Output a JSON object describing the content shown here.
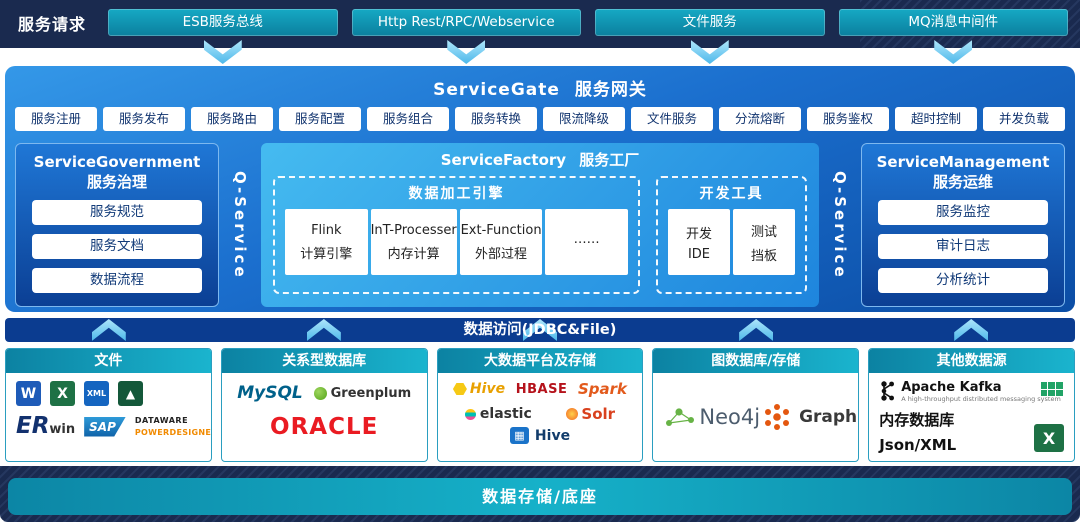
{
  "colors": {
    "navy": "#1a2a4f",
    "teal": "#13a4c0",
    "gateway_blue": "#1b6fce",
    "deep_blue_bar": "#0b3c90",
    "arrow_blue": "#7dd3f4"
  },
  "request_row": {
    "label": "服务请求",
    "channels": [
      "ESB服务总线",
      "Http Rest/RPC/Webservice",
      "文件服务",
      "MQ消息中间件"
    ]
  },
  "gateway": {
    "title": "ServiceGate 服务网关",
    "features": [
      "服务注册",
      "服务发布",
      "服务路由",
      "服务配置",
      "服务组合",
      "服务转换",
      "限流降级",
      "文件服务",
      "分流熔断",
      "服务鉴权",
      "超时控制",
      "并发负载"
    ]
  },
  "qservice": {
    "left": "Q-Service",
    "right": "Q-Service"
  },
  "governance": {
    "title_en": "ServiceGovernment",
    "title_cn": "服务治理",
    "items": [
      "服务规范",
      "服务文档",
      "数据流程"
    ]
  },
  "factory": {
    "title": "ServiceFactory 服务工厂",
    "engine": {
      "title": "数据加工引擎",
      "cells": [
        {
          "line1": "Flink",
          "line2": "计算引擎"
        },
        {
          "line1": "InT-Processer",
          "line2": "内存计算"
        },
        {
          "line1": "Ext-Function",
          "line2": "外部过程"
        },
        {
          "line1": "……",
          "line2": ""
        }
      ]
    },
    "devtools": {
      "title": "开发工具",
      "cells": [
        {
          "line1": "开发",
          "line2": "IDE"
        },
        {
          "line1": "测试",
          "line2": "挡板"
        }
      ]
    }
  },
  "management": {
    "title_en": "ServiceManagement",
    "title_cn": "服务运维",
    "items": [
      "服务监控",
      "审计日志",
      "分析统计"
    ]
  },
  "data_access_bar": "数据访问(JDBC&File)",
  "datasources": [
    {
      "title": "文件",
      "logos": {
        "word": "W",
        "excel": "X",
        "xml": "XML",
        "pyramid": "▲",
        "erwin_big": "ER",
        "erwin_small": "win",
        "sap": "SAP",
        "dataware": "DATAWARE",
        "powerdesigner": "POWERDESIGNER"
      }
    },
    {
      "title": "关系型数据库",
      "logos": {
        "mysql": "MySQL",
        "greenplum": "Greenplum",
        "oracle": "ORACLE"
      }
    },
    {
      "title": "大数据平台及存储",
      "logos": {
        "hive1": "Hive",
        "hbase": "HBASE",
        "spark": "Spark",
        "elastic": "elastic",
        "solr": "Solr",
        "hive2": "Hive"
      }
    },
    {
      "title": "图数据库/存储",
      "logos": {
        "neo4j": "Neo4j",
        "graphdb": "GraphDB"
      }
    },
    {
      "title": "其他数据源",
      "logos": {
        "kafka": "Apache Kafka",
        "kafka_sub": "A high-throughput distributed messaging system",
        "memdb": "内存数据库",
        "jsonxml": "Json/XML",
        "excel": "X"
      }
    }
  ],
  "bottom_bar": "数据存储/底座"
}
